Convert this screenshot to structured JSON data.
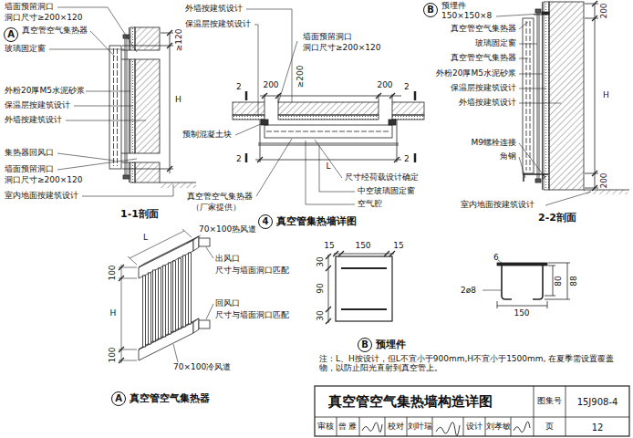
{
  "diagram": {
    "title": "真空管空气集热墙构造详图",
    "nodes": [
      {
        "text": [
          "A"
        ]
      },
      {
        "text": [
          "B"
        ]
      },
      {
        "text": [
          "4",
          "真空管集热墙详图"
        ]
      },
      {
        "text": [
          "A",
          "真空管空气集热器"
        ]
      },
      {
        "text": [
          "B",
          "预埋件"
        ]
      }
    ],
    "labels": [
      "墙面预留洞口",
      "洞口尺寸≥200×120",
      "真空管空气集热器",
      "玻璃固定窗",
      "外粉20厚M5水泥砂浆",
      "保温层按建筑设计",
      "外墙按建筑设计",
      "集热器回风口",
      "墙面预留洞口",
      "洞口尺寸≥200×120",
      "室内地面按建筑设计",
      "≥120",
      "H",
      "1-1剖面",
      "外墙按建筑设计",
      "保温层按建筑设计",
      "墙面预留洞口",
      "洞口尺寸≥200×120",
      "2",
      "200",
      "≥200",
      "200",
      "2",
      "预制混凝土块",
      "2",
      "L",
      "2",
      "真空管空气集热器",
      "（厂家提供）",
      "尺寸经荷载设计确定",
      "中空玻璃固定窗",
      "空气腔",
      "预埋件",
      "150×150×8",
      "真空管空气集热器",
      "玻璃固定窗",
      "真空管空气集热器",
      "外粉20厚M5水泥砂浆",
      "保温层按建筑设计",
      "外墙按建筑设计",
      "M9螺栓连接",
      "角钢",
      "室内地面按建筑设计",
      "200",
      "H",
      "200",
      "2-2剖面",
      "L",
      "70×100热风道",
      "出风口",
      "尺寸与墙面洞口匹配",
      "回风口",
      "尺寸与墙面洞口匹配",
      "100",
      "H",
      "100",
      "70×100冷风道",
      "15",
      "150",
      "15",
      "30",
      "90",
      "30",
      "6",
      "2ø8",
      "80",
      "88",
      "150",
      "注：L、H按设计，但L不宜小于900mm,H不宜小于1500mm, 在夏季需设置覆盖物，以防止阳光直射到真空管上。",
      "图集号",
      "15J908-4",
      "审核",
      "曾 雁",
      "校对",
      "刘叶瑞",
      "设计",
      "刘孝敏",
      "页",
      "12"
    ]
  }
}
